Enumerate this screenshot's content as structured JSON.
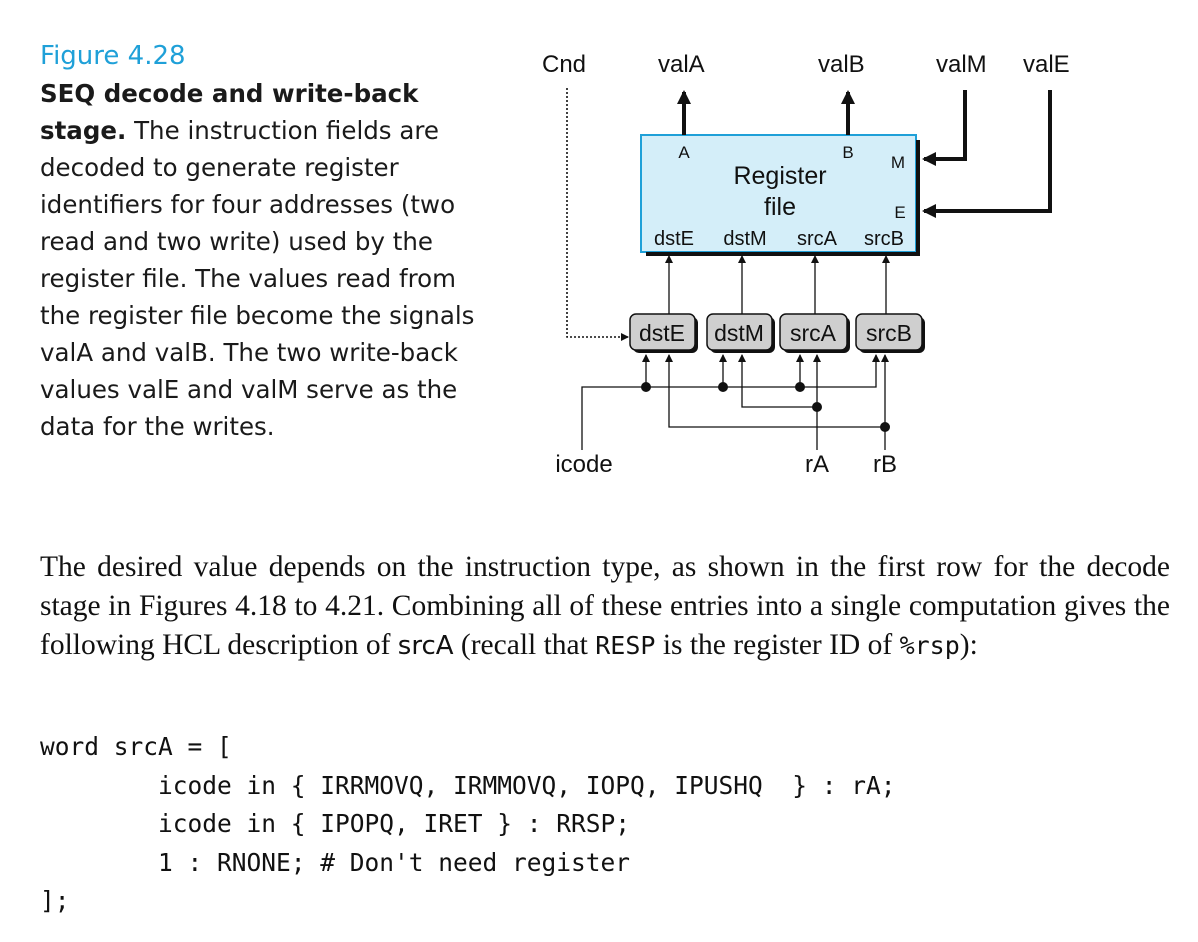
{
  "caption": {
    "figure_number": "Figure 4.28",
    "title": "SEQ decode and write-back stage.",
    "text": " The instruction fields are decoded to generate register identifiers for four addresses (two read and two write) used by the register file. The values read from the register file become the signals valA and valB. The two write-back values valE and valM serve as the data for the writes."
  },
  "diagram": {
    "top_labels": {
      "cnd": "Cnd",
      "valA": "valA",
      "valB": "valB",
      "valM": "valM",
      "valE": "valE"
    },
    "register_file": {
      "title_line1": "Register",
      "title_line2": "file",
      "port_a": "A",
      "port_b": "B",
      "port_m": "M",
      "port_e": "E",
      "bottom_ports": [
        "dstE",
        "dstM",
        "srcA",
        "srcB"
      ],
      "fill_color": "#d4eef9",
      "border_color": "#1fa0d8"
    },
    "logic_blocks": [
      "dstE",
      "dstM",
      "srcA",
      "srcB"
    ],
    "bottom_labels": {
      "icode": "icode",
      "rA": "rA",
      "rB": "rB"
    }
  },
  "prose": {
    "part1": "The desired value depends on the instruction type, as shown in the first row for the decode stage in Figures 4.18 to 4.21. Combining all of these entries into a single computation gives the following HCL description of ",
    "srcA": "srcA",
    "part2": " (recall that ",
    "resp": "RESP",
    "part3": " is the register ID of ",
    "rsp": "%rsp",
    "part4": "):"
  },
  "code": {
    "lines": [
      "word srcA = [",
      "        icode in { IRRMOVQ, IRMMOVQ, IOPQ, IPUSHQ  } : rA;",
      "        icode in { IPOPQ, IRET } : RRSP;",
      "        1 : RNONE; # Don't need register",
      "];"
    ]
  }
}
